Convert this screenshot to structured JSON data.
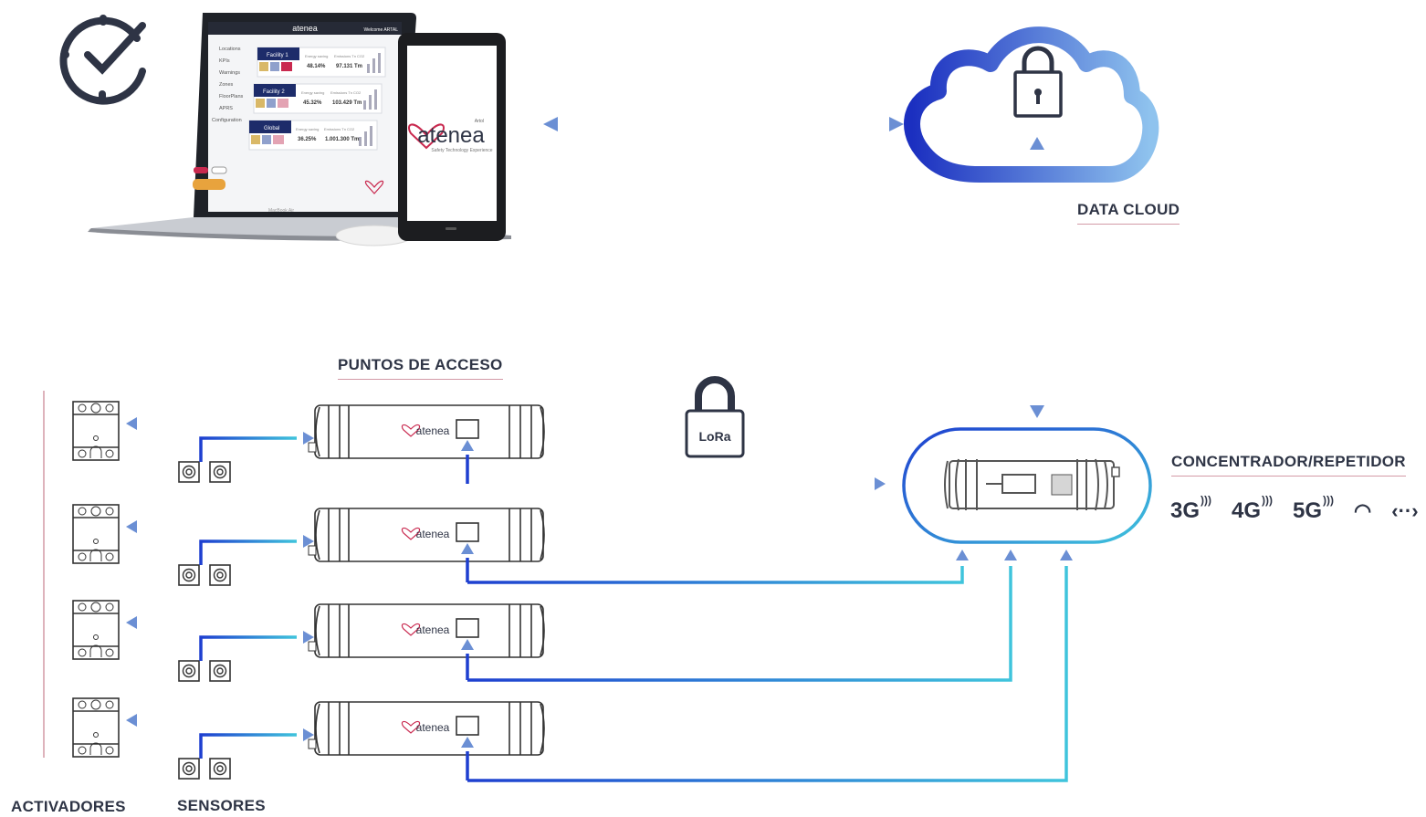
{
  "labels": {
    "data_cloud": "DATA CLOUD",
    "puntos_de_acceso": "PUNTOS DE ACCESO",
    "concentrador": "CONCENTRADOR/REPETIDOR",
    "activadores": "ACTIVADORES",
    "sensores": "SENSORES",
    "lora": "LoRa"
  },
  "network": [
    "3G",
    "4G",
    "5G"
  ],
  "brand": {
    "name": "atenea",
    "sub": "Artol",
    "tagline": "Safety Technology Experience",
    "welcome": "Welcome ARTAL"
  },
  "dashboard": {
    "menu": [
      "Locations",
      "KPIs",
      "Warnings",
      "Zones",
      "FloorPlans",
      "APRS",
      "Configuration"
    ],
    "facilities": [
      {
        "name": "Facility 1",
        "energy": "48.14%",
        "emissions": "97.131 Tm"
      },
      {
        "name": "Facility 2",
        "energy": "45.32%",
        "emissions": "103.429 Tm"
      },
      {
        "name": "Global",
        "energy": "36.25%",
        "emissions": "1.001.300 Tm"
      }
    ],
    "energy_label": "Energy saving",
    "emissions_label": "Emissions Tn CO2",
    "laptop_model": "MacBook Air"
  },
  "colors": {
    "blue": "#1e3fd0",
    "cyan": "#3fc4dc",
    "arrow": "#6b8fd4",
    "dark": "#2e3445",
    "pink": "#c9294f"
  }
}
